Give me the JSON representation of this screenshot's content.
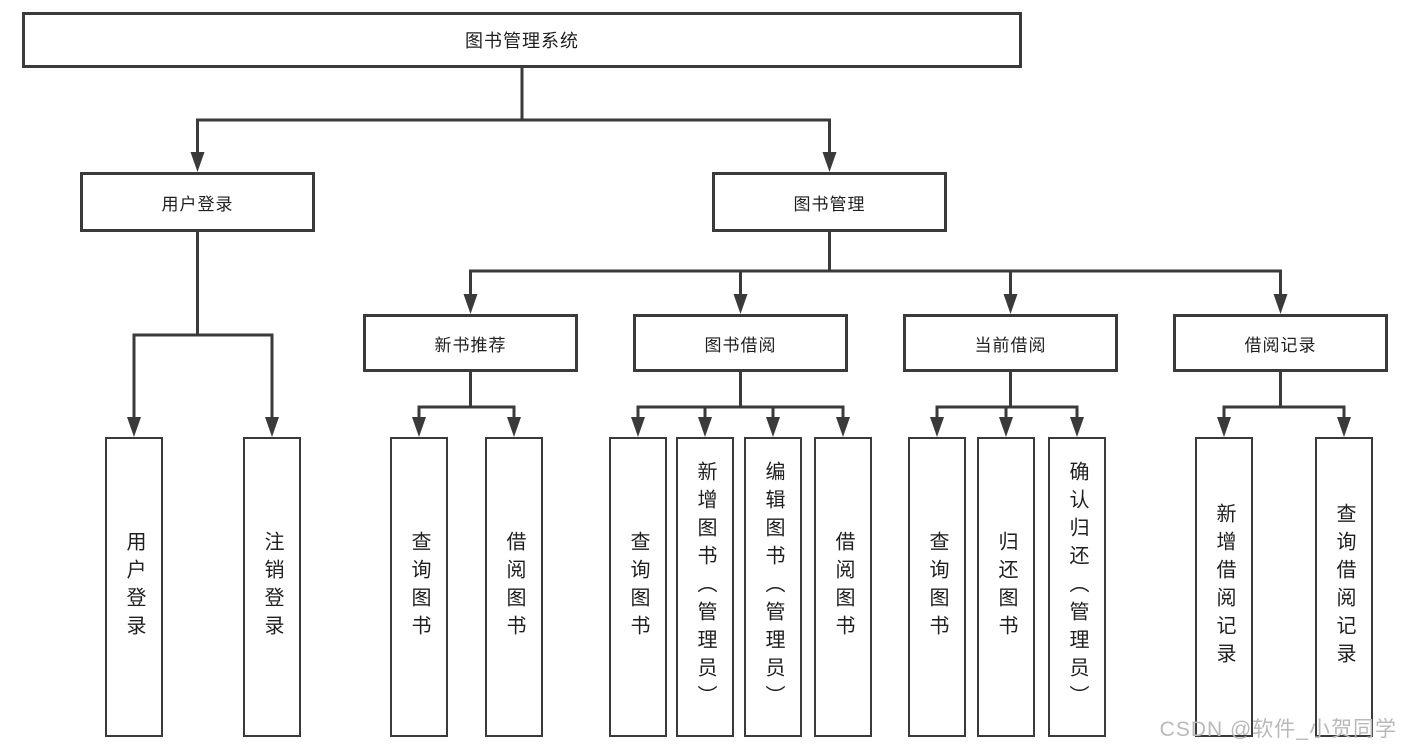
{
  "colors": {
    "line": "#3a3a3a",
    "text": "#1f1f1f",
    "watermark": "#b9b9b9",
    "background": "#ffffff"
  },
  "tree": {
    "root": {
      "label": "图书管理系统"
    },
    "branches": [
      {
        "label": "用户登录",
        "children": [
          {
            "label": "用户登录"
          },
          {
            "label": "注销登录"
          }
        ]
      },
      {
        "label": "图书管理",
        "children": [
          {
            "label": "新书推荐",
            "children": [
              {
                "label": "查询图书"
              },
              {
                "label": "借阅图书"
              }
            ]
          },
          {
            "label": "图书借阅",
            "children": [
              {
                "label": "查询图书"
              },
              {
                "label": "新增图书（管理员）"
              },
              {
                "label": "编辑图书（管理员）"
              },
              {
                "label": "借阅图书"
              }
            ]
          },
          {
            "label": "当前借阅",
            "children": [
              {
                "label": "查询图书"
              },
              {
                "label": "归还图书"
              },
              {
                "label": "确认归还（管理员）"
              }
            ]
          },
          {
            "label": "借阅记录",
            "children": [
              {
                "label": "新增借阅记录"
              },
              {
                "label": "查询借阅记录"
              }
            ]
          }
        ]
      }
    ]
  },
  "watermark": "CSDN @软件_小贺同学"
}
